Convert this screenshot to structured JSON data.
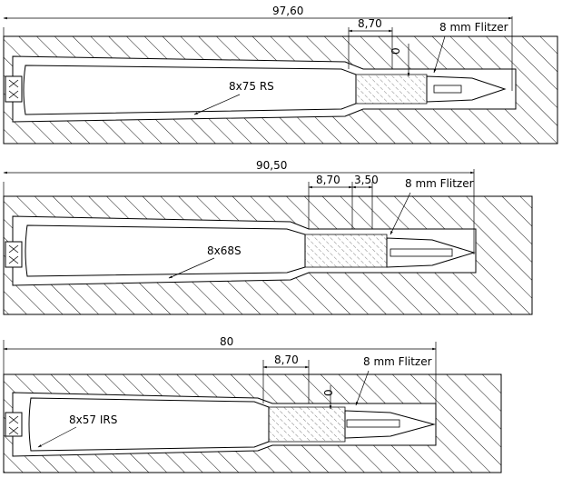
{
  "diagrams": [
    {
      "id": "8x75rs",
      "overall_dimension": "97,60",
      "throat_dimension": "8,70",
      "extra_dimension": "",
      "zero_mark": "0",
      "bullet_label": "8 mm Flitzer",
      "cartridge_label": "8x75 RS"
    },
    {
      "id": "8x68s",
      "overall_dimension": "90,50",
      "throat_dimension": "8,70",
      "extra_dimension": "3,50",
      "zero_mark": "",
      "bullet_label": "8 mm Flitzer",
      "cartridge_label": "8x68S"
    },
    {
      "id": "8x57irs",
      "overall_dimension": "80",
      "throat_dimension": "8,70",
      "extra_dimension": "",
      "zero_mark": "0",
      "bullet_label": "8 mm Flitzer",
      "cartridge_label": "8x57 IRS"
    }
  ],
  "colors": {
    "line": "#000000",
    "background": "#ffffff"
  }
}
